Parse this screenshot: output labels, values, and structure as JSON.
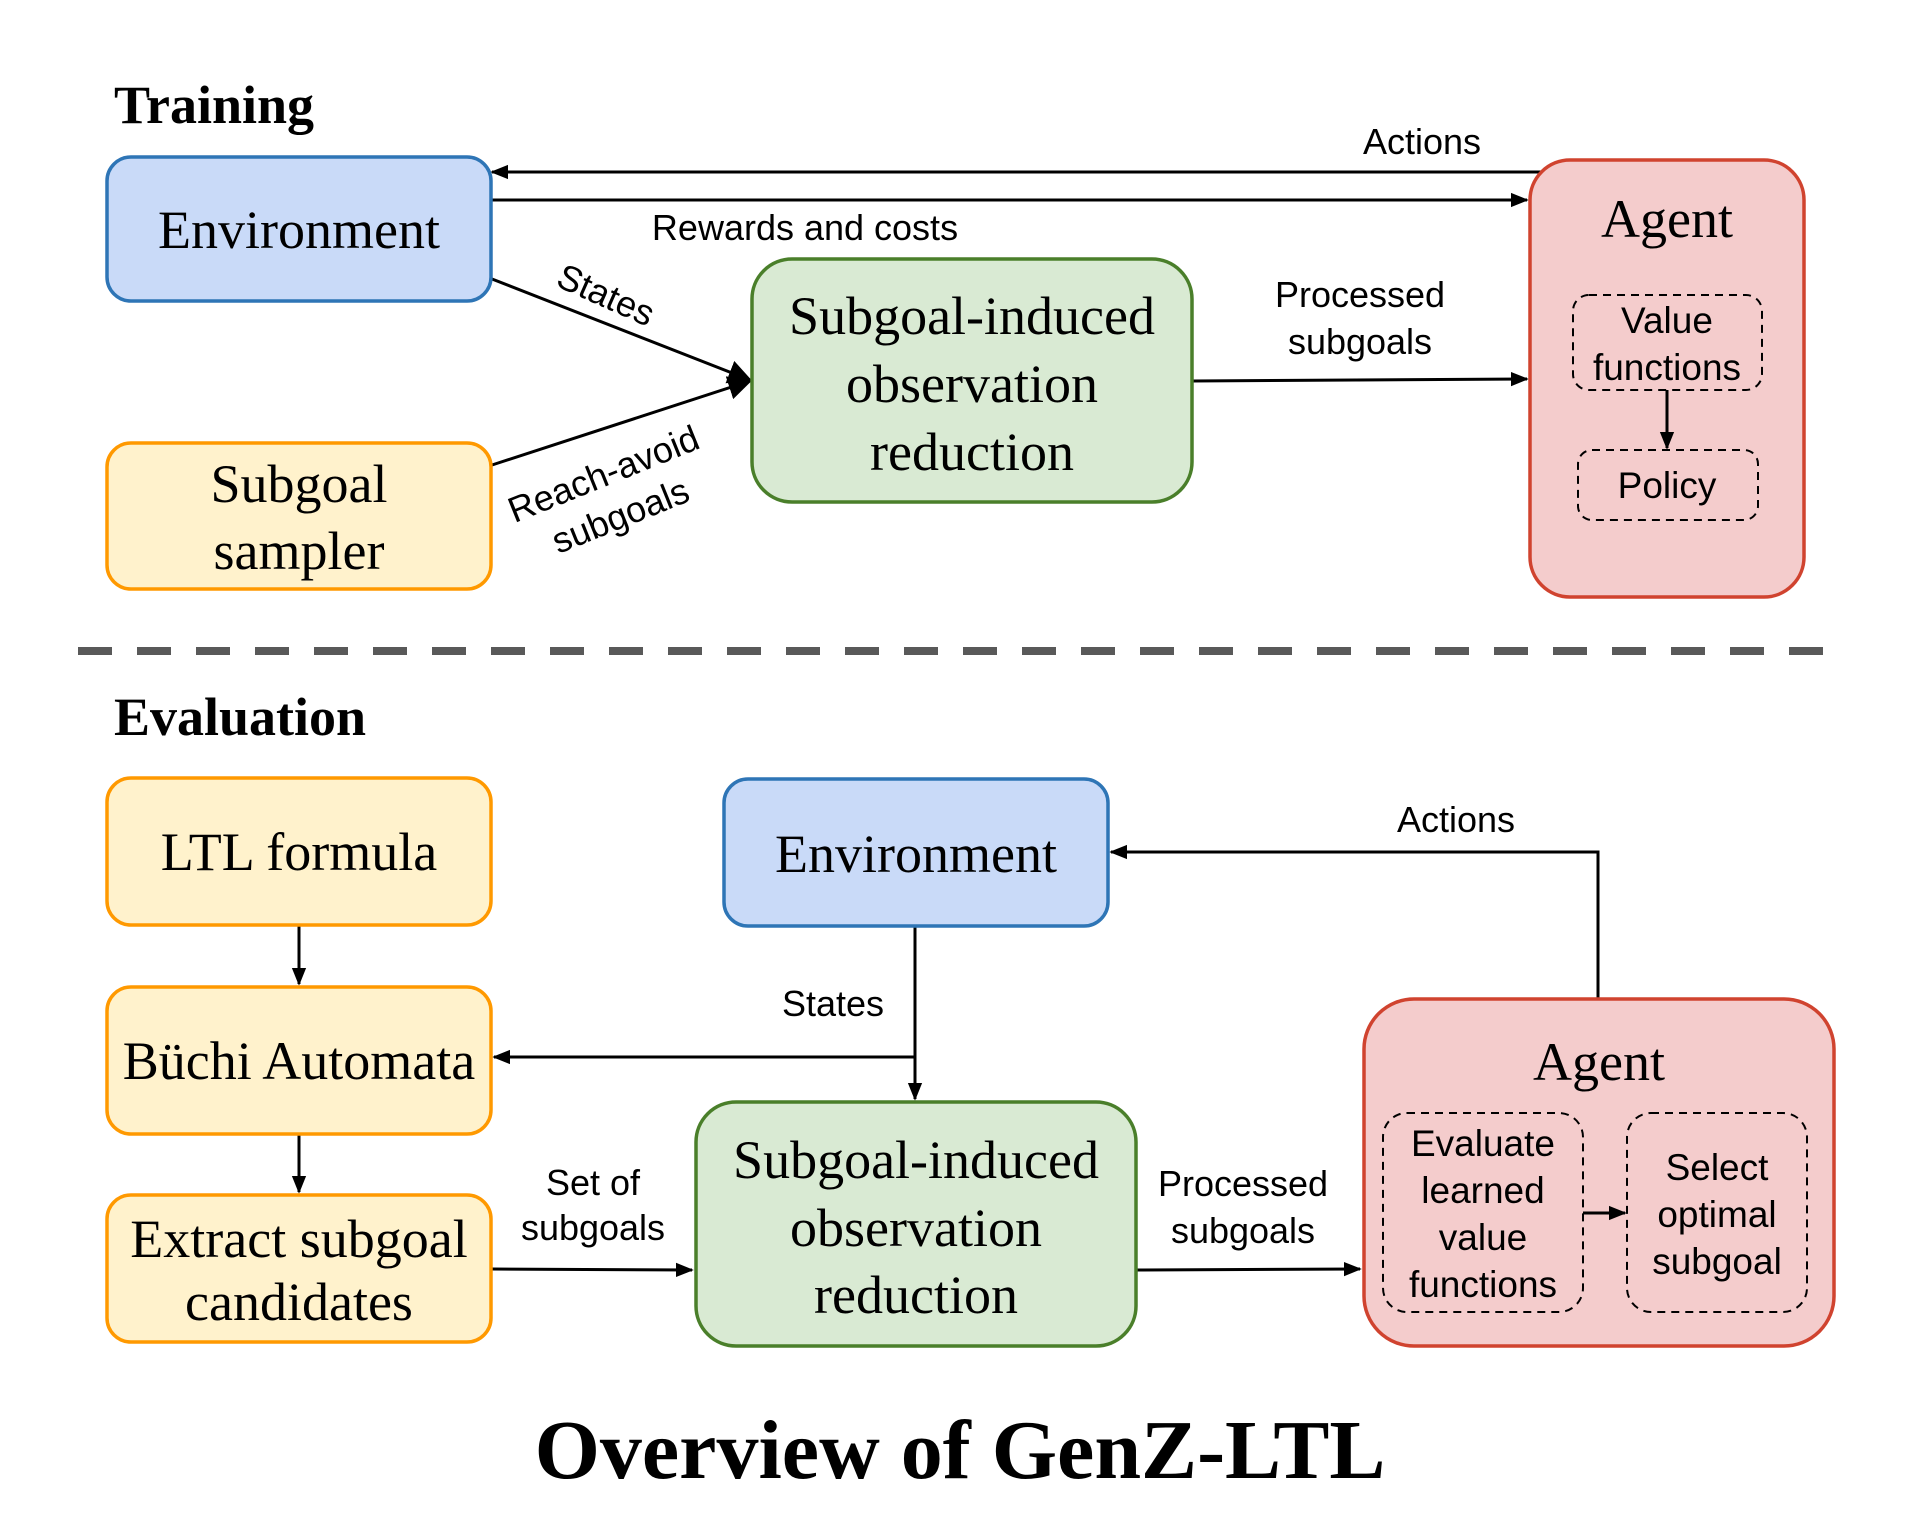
{
  "title": "Overview of GenZ-LTL",
  "colors": {
    "environment": {
      "fill": "#C9DAF8",
      "stroke": "#2E75B6"
    },
    "input": {
      "fill": "#FFF2CC",
      "stroke": "#FF9900"
    },
    "reduction": {
      "fill": "#D9EAD3",
      "stroke": "#4A7F2A"
    },
    "agent": {
      "fill": "#F4CCCC",
      "stroke": "#D0432F"
    },
    "divider": "#595959"
  },
  "training": {
    "section_title": "Training",
    "environment": {
      "label": "Environment"
    },
    "subgoal_sampler": {
      "lines": [
        "Subgoal",
        "sampler"
      ]
    },
    "reduction": {
      "lines": [
        "Subgoal-induced",
        "observation",
        "reduction"
      ]
    },
    "agent": {
      "label": "Agent",
      "value_functions": {
        "lines": [
          "Value",
          "functions"
        ]
      },
      "policy": {
        "label": "Policy"
      }
    },
    "edges": {
      "actions": "Actions",
      "rewards_and_costs": "Rewards and costs",
      "states": "States",
      "reach_avoid": [
        "Reach-avoid",
        "subgoals"
      ],
      "processed_subgoals": [
        "Processed",
        "subgoals"
      ]
    }
  },
  "evaluation": {
    "section_title": "Evaluation",
    "ltl_formula": {
      "label": "LTL formula"
    },
    "buchi": {
      "label": "Büchi Automata"
    },
    "extract": {
      "lines": [
        "Extract subgoal",
        "candidates"
      ]
    },
    "environment": {
      "label": "Environment"
    },
    "reduction": {
      "lines": [
        "Subgoal-induced",
        "observation",
        "reduction"
      ]
    },
    "agent": {
      "label": "Agent",
      "evaluate": {
        "lines": [
          "Evaluate",
          "learned",
          "value",
          "functions"
        ]
      },
      "select": {
        "lines": [
          "Select",
          "optimal",
          "subgoal"
        ]
      }
    },
    "edges": {
      "actions": "Actions",
      "states": "States",
      "set_of_subgoals": [
        "Set of",
        "subgoals"
      ],
      "processed_subgoals": [
        "Processed",
        "subgoals"
      ]
    }
  }
}
